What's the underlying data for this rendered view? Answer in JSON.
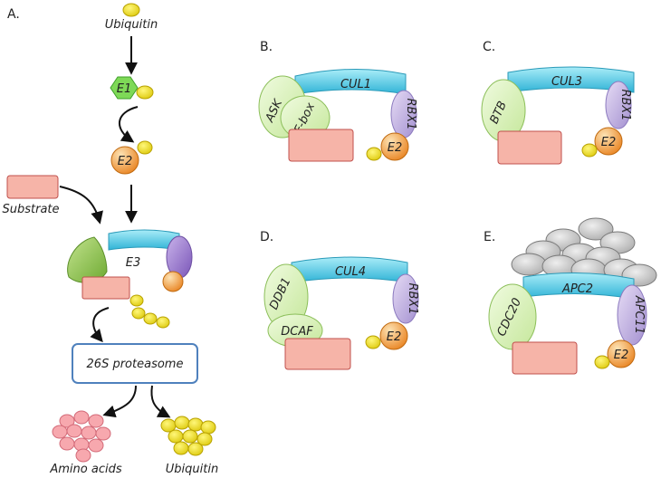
{
  "panels": {
    "a": {
      "letter": "A.",
      "ubiquitin_top": "Ubiquitin",
      "e1": "E1",
      "e2": "E2",
      "substrate": "Substrate",
      "e3": "E3",
      "proteasome": "26S proteasome",
      "amino_acids": "Amino acids",
      "ubiquitin_bottom": "Ubiquitin"
    },
    "b": {
      "letter": "B.",
      "adaptor1": "ASK",
      "adaptor2": "F-box",
      "cullin": "CUL1",
      "rbx": "RBX1",
      "e2": "E2"
    },
    "c": {
      "letter": "C.",
      "adaptor": "BTB",
      "cullin": "CUL3",
      "rbx": "RBX1",
      "e2": "E2"
    },
    "d": {
      "letter": "D.",
      "adaptor1": "DDB1",
      "adaptor2": "DCAF",
      "cullin": "CUL4",
      "rbx": "RBX1",
      "e2": "E2"
    },
    "e": {
      "letter": "E.",
      "adaptor": "CDC20",
      "cullin": "APC2",
      "rbx": "APC11",
      "e2": "E2"
    }
  },
  "colors": {
    "ubiquitin": "#e8d800",
    "e1": "#7ed957",
    "e2": "#f29a2e",
    "cullin": "#5ccfe6",
    "rbx": "#b9a7dc",
    "adaptor": "#d6efb3",
    "substrate": "#f6b4a8",
    "proteasome_border": "#4f81bd",
    "amino_acid": "#f7a8ae",
    "apc_subunit": "#c8c8c8"
  }
}
